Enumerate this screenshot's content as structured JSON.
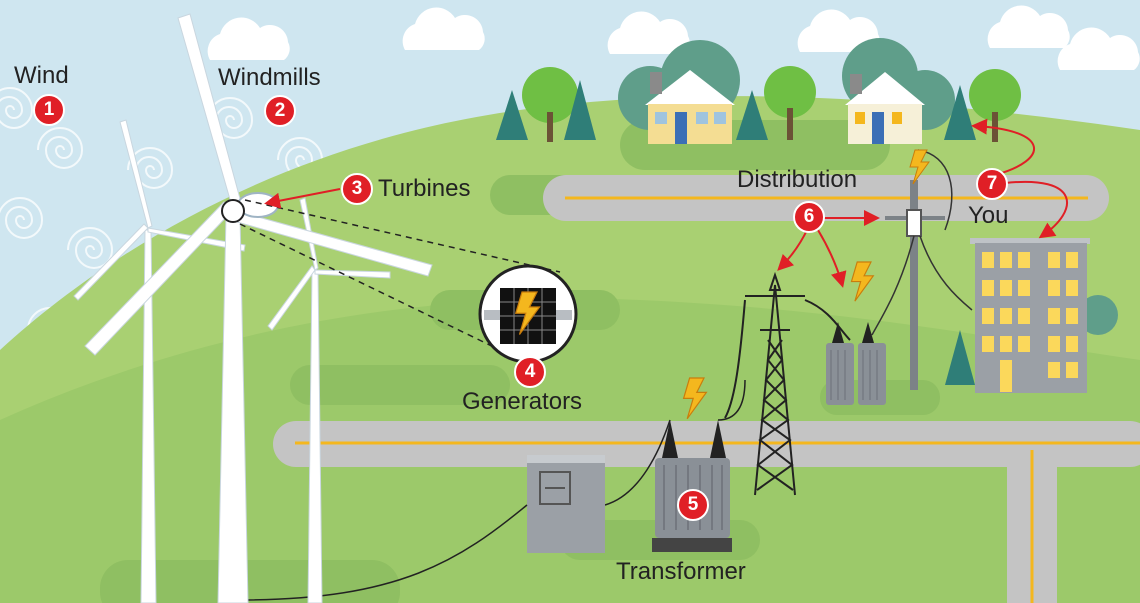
{
  "labels": {
    "wind": "Wind",
    "windmills": "Windmills",
    "turbines": "Turbines",
    "generators": "Generators",
    "transformer": "Transformer",
    "distribution": "Distribution",
    "you": "You"
  },
  "steps": [
    "1",
    "2",
    "3",
    "4",
    "5",
    "6",
    "7"
  ],
  "colors": {
    "sky": "#cfe6f0",
    "hill": "#9cc96a",
    "road": "#c4c4c4",
    "road_line": "#f4b71e",
    "marker": "#e01f26",
    "arrow": "#e01f26",
    "bolt": "#f4b71e",
    "building": "#9ba0a6",
    "window": "#fbd85b"
  },
  "icons": [
    "cloud-icon",
    "tree-icon",
    "house-icon",
    "lightning-bolt-icon",
    "generator-icon",
    "transformer-icon",
    "utility-pole-icon",
    "transmission-tower-icon",
    "apartment-building-icon",
    "wind-turbine-icon"
  ]
}
